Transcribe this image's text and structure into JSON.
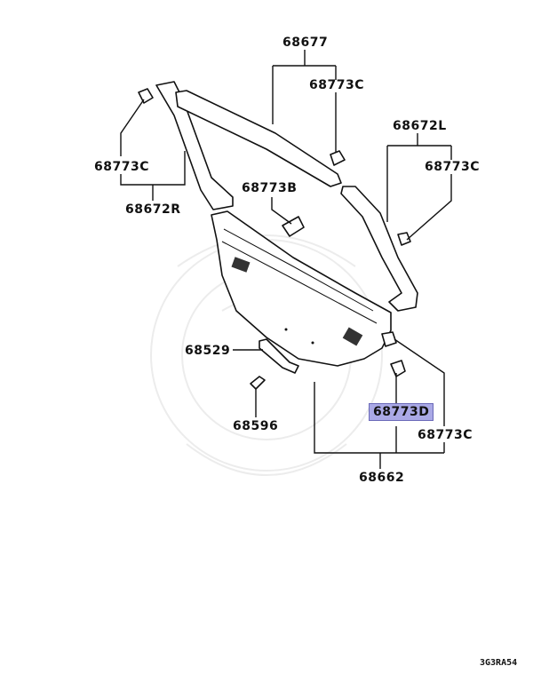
{
  "labels": {
    "p68677": "68677",
    "p68773c_top": "68773C",
    "p68773c_left": "68773C",
    "p68672r": "68672R",
    "p68672l": "68672L",
    "p68773c_right": "68773C",
    "p68773b": "68773B",
    "p68529": "68529",
    "p68596": "68596",
    "p68773d": "68773D",
    "p68773c_bottom": "68773C",
    "p68662": "68662"
  },
  "figure_code": "3G3RA54",
  "highlight_color": "#aaa9e6"
}
